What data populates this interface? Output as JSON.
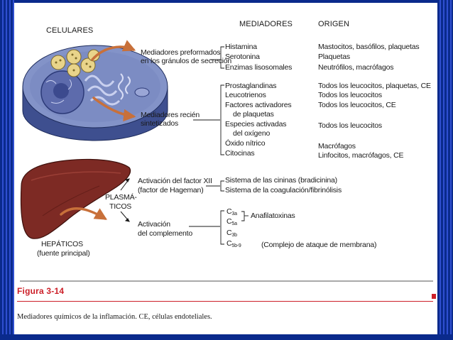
{
  "headers": {
    "celulares": "CELULARES",
    "mediadores": "MEDIADORES",
    "origen": "ORIGEN"
  },
  "sources": {
    "preformados": [
      "Mediadores preformados",
      "en los gránulos de secreción"
    ],
    "sintetizados": [
      "Mediadores recién",
      "sintetizados"
    ],
    "factor_xii": [
      "Activación del factor XII",
      "(factor de Hageman)"
    ],
    "complemento": [
      "Activación",
      "del complemento"
    ],
    "plasmaticos": [
      "PLASMÁ-",
      "TICOS"
    ],
    "hepaticos": [
      "HEPÁTICOS",
      "(fuente principal)"
    ]
  },
  "mediators_preformed": [
    "Histamina",
    "Serotonina",
    "Enzimas lisosomales"
  ],
  "origins_preformed": [
    "Mastocitos, basófilos, plaquetas",
    "Plaquetas",
    "Neutrófilos, macrófagos"
  ],
  "mediators_synth": [
    "Prostaglandinas",
    "Leucotrienos",
    "Factores activadores",
    "de plaquetas",
    "Especies activadas",
    "del oxígeno",
    "Óxido nítrico",
    "Citocinas"
  ],
  "origins_synth": [
    "Todos los leucocitos, plaquetas, CE",
    "Todos los leucocitos",
    "Todos los leucocitos, CE",
    "Todos los leucocitos",
    "Macrófagos",
    "Linfocitos, macrófagos, CE"
  ],
  "plasma_systems": [
    "Sistema de las cininas (bradicinina)",
    "Sistema de la coagulación/fibrinólisis"
  ],
  "complement": {
    "c3a": {
      "base": "C",
      "sub": "3a"
    },
    "c5a": {
      "base": "C",
      "sub": "5a"
    },
    "c3b": {
      "base": "C",
      "sub": "3b"
    },
    "c5b9": {
      "base": "C",
      "sub": "5b-9"
    },
    "anafilatoxinas": "Anafilatoxinas",
    "complejo": "(Complejo de ataque de membrana)"
  },
  "figure": {
    "label": "Figura 3-14",
    "caption": "Mediadores químicos de la inflamación. CE, células endoteliales."
  },
  "colors": {
    "cell_fill": "#7f8fc4",
    "cell_side": "#3e4f8f",
    "granule": "#e9d48a",
    "liver": "#7d2a24",
    "arrow": "#c8703a",
    "accent_red": "#cc1f28",
    "frame_blue": "#0a2a8c"
  }
}
